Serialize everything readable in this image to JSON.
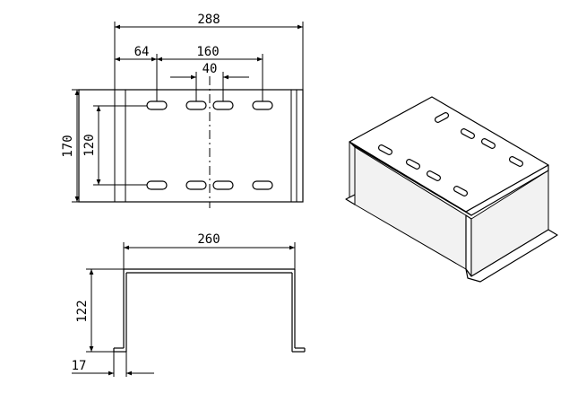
{
  "drawing": {
    "top_view": {
      "overall_width": "288",
      "left_offset": "64",
      "slot_span": "160",
      "center_gap": "40",
      "overall_height": "170",
      "slot_row_spacing": "120"
    },
    "front_view": {
      "inner_width": "260",
      "height": "122",
      "flange_width": "17"
    }
  }
}
